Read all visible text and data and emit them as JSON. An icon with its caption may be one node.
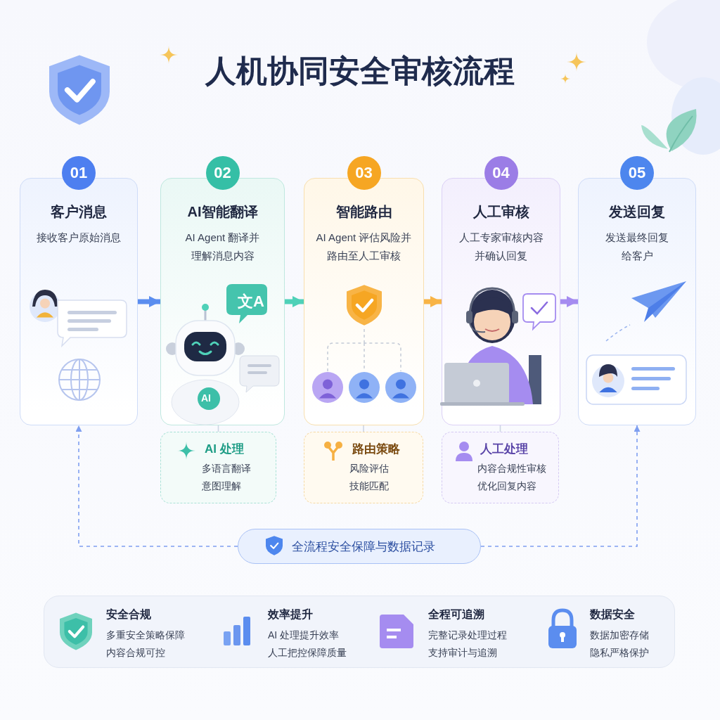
{
  "diagram": {
    "title": "人机协同安全审核流程",
    "nodes": [
      {
        "text": [
          "01",
          "客户消息",
          "接收客户原始消息"
        ]
      },
      {
        "text": [
          "02",
          "AI智能翻译",
          "AI Agent 翻译并理解消息内容"
        ]
      },
      {
        "text": [
          "03",
          "智能路由",
          "AI Agent 评估风险并路由至人工审核"
        ]
      },
      {
        "text": [
          "04",
          "人工审核",
          "人工专家审核内容并确认回复"
        ]
      },
      {
        "text": [
          "05",
          "发送回复",
          "发送最终回复给客户"
        ]
      },
      {
        "text": [
          "AI 处理",
          "多语言翻译",
          "意图理解"
        ]
      },
      {
        "text": [
          "路由策略",
          "风险评估",
          "技能匹配"
        ]
      },
      {
        "text": [
          "人工处理",
          "内容合规性审核",
          "优化回复内容"
        ]
      },
      {
        "text": [
          "全流程安全保障与数据记录"
        ]
      },
      {
        "text": [],
        "shape": "box"
      },
      {
        "text": [
          "安全合规",
          "多重安全策略保障",
          "内容合规可控"
        ],
        "in": 9
      },
      {
        "text": [
          "效率提升",
          "AI 处理提升效率",
          "人工把控保障质量"
        ],
        "in": 9
      },
      {
        "text": [
          "全程可追溯",
          "完整记录处理过程",
          "支持审计与追溯"
        ],
        "in": 9
      },
      {
        "text": [
          "数据安全",
          "数据加密存储",
          "隐私严格保护"
        ],
        "in": 9
      }
    ],
    "edges": [
      {
        "from": 0,
        "to": 1,
        "arrow": "to",
        "style": "thick",
        "color": "#5b8def"
      },
      {
        "from": 1,
        "to": 2,
        "arrow": "to",
        "style": "thick",
        "color": "#4fd1b8"
      },
      {
        "from": 2,
        "to": 3,
        "arrow": "to",
        "style": "thick",
        "color": "#f8b446"
      },
      {
        "from": 3,
        "to": 4,
        "arrow": "to",
        "style": "thick",
        "color": "#a58cf0"
      },
      {
        "from": 1,
        "to": 5,
        "arrow": "none"
      },
      {
        "from": 2,
        "to": 6,
        "arrow": "none"
      },
      {
        "from": 3,
        "to": 7,
        "arrow": "none"
      },
      {
        "from": 8,
        "to": 0,
        "arrow": "to",
        "style": "dashed",
        "color": "#7f9ff0"
      },
      {
        "from": 8,
        "to": 4,
        "arrow": "to",
        "style": "dashed",
        "color": "#7f9ff0"
      }
    ],
    "labels": [
      "文A",
      "AI"
    ]
  }
}
